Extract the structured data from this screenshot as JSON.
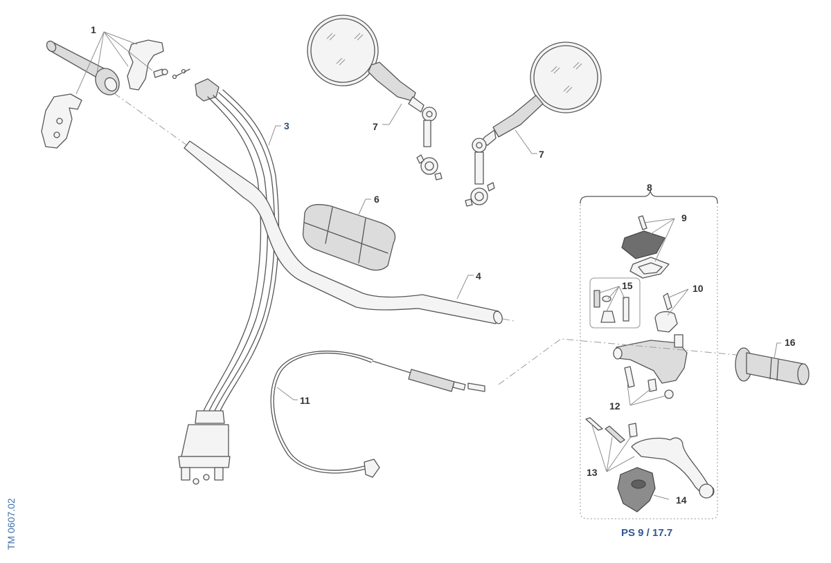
{
  "diagram": {
    "reference_code": "TM 0607.02",
    "subassembly_reference": "PS 9 / 17.7",
    "callouts": {
      "c1": "1",
      "c3": "3",
      "c4": "4",
      "c6": "6",
      "c7a": "7",
      "c7b": "7",
      "c8": "8",
      "c9": "9",
      "c10": "10",
      "c11": "11",
      "c12": "12",
      "c13": "13",
      "c14": "14",
      "c15": "15",
      "c16": "16"
    },
    "colors": {
      "line": "#555555",
      "leader": "#8a8a8a",
      "part_fill": "#d9d9d9",
      "dark_part": "#6b6b6b",
      "reference_text": "#2f5597"
    }
  }
}
